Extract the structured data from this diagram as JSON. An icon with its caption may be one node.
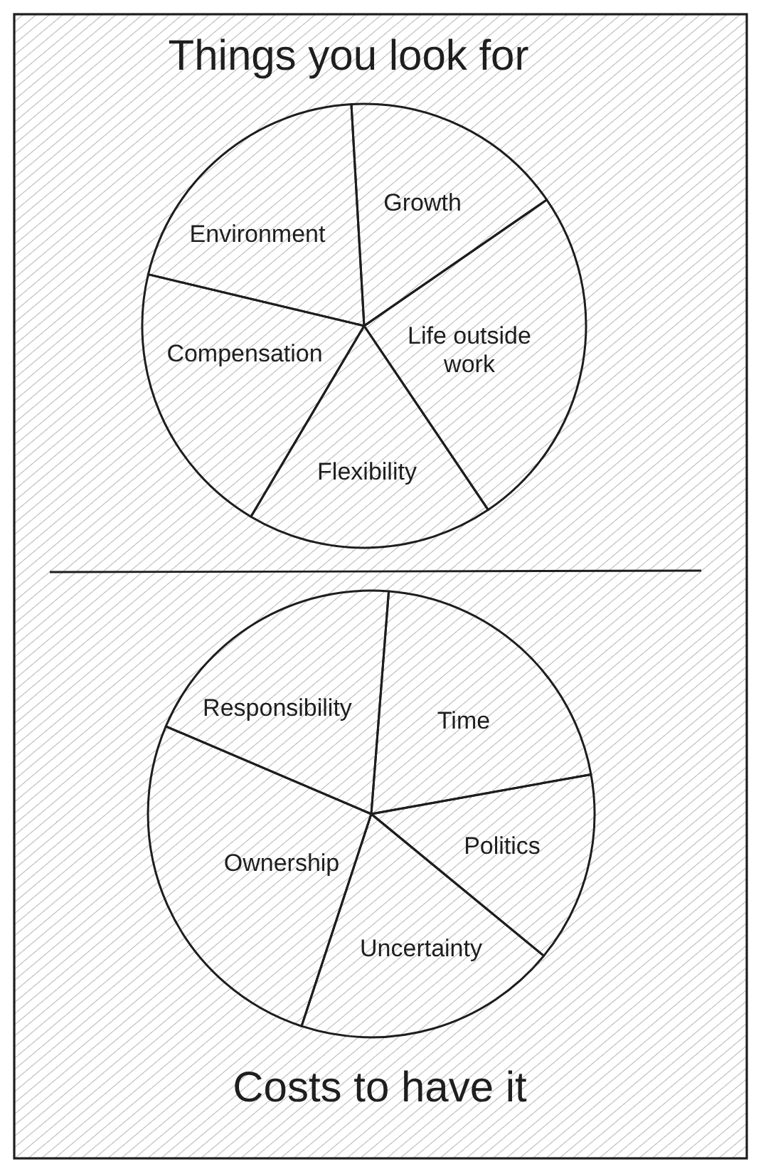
{
  "diagram": {
    "title": "Things you look for",
    "caption": "Costs to have it",
    "labels": [
      "Growth",
      "Environment",
      "Life outside work",
      "Compensation",
      "Flexibility",
      "Responsibility",
      "Time",
      "Politics",
      "Ownership",
      "Uncertainty"
    ]
  }
}
